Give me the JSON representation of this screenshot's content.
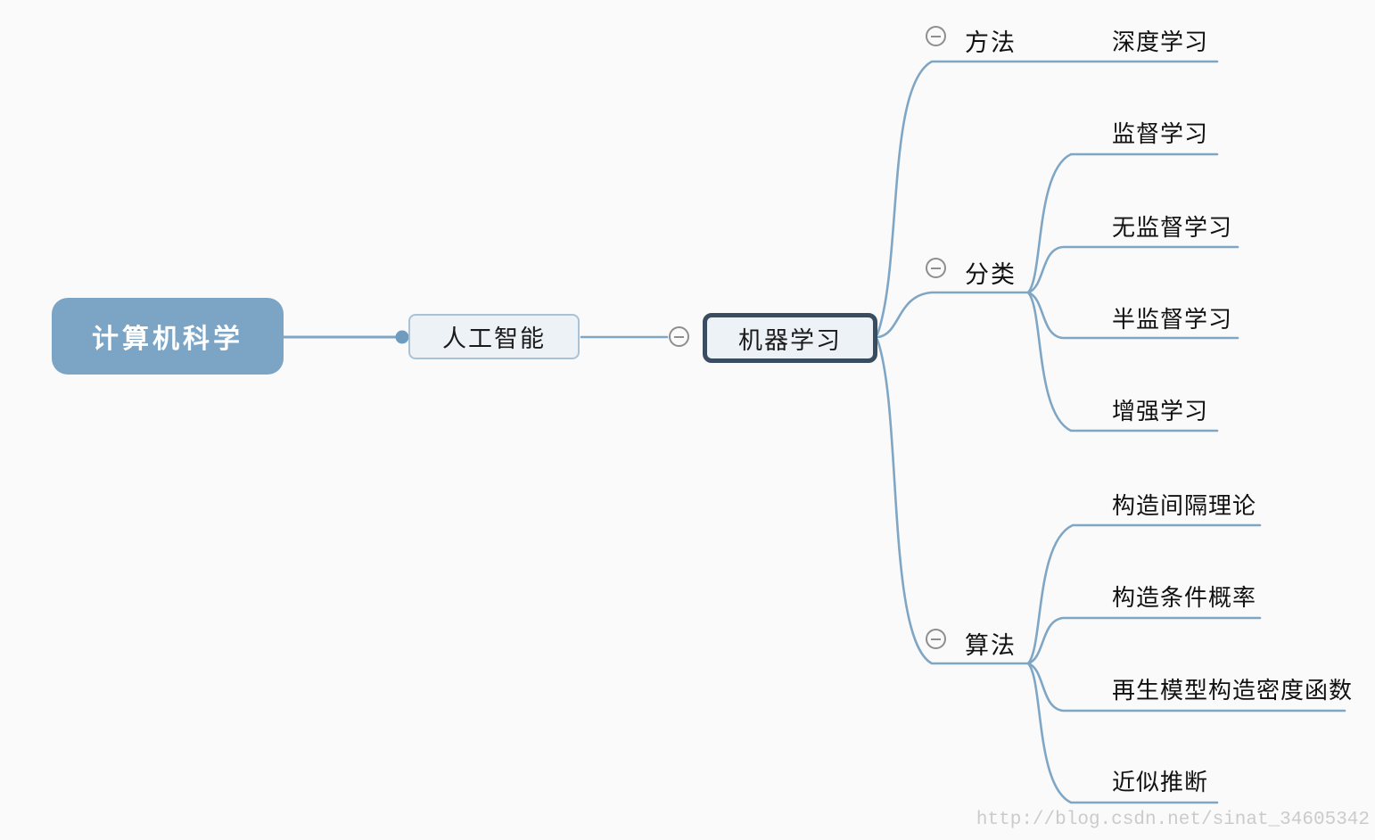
{
  "canvas": {
    "background": "#FAFAFA"
  },
  "colors": {
    "root_fill": "#7CA5C5",
    "root_text": "#FFFFFF",
    "node_fill": "#EDF2F6",
    "node_border": "#A9C2D6",
    "selected_node_border": "#3A4D60",
    "edge_line": "#7FA6C4",
    "collapse_circle": "#8E8E8E",
    "watermark_text": "#CBCBCB"
  },
  "mindmap": {
    "root": {
      "label": "计算机科学"
    },
    "level1": {
      "label": "人工智能"
    },
    "level2": {
      "label": "机器学习",
      "selected": "true"
    },
    "branches": [
      {
        "label": "方法",
        "children": [
          {
            "label": "深度学习"
          }
        ]
      },
      {
        "label": "分类",
        "children": [
          {
            "label": "监督学习"
          },
          {
            "label": "无监督学习"
          },
          {
            "label": "半监督学习"
          },
          {
            "label": "增强学习"
          }
        ]
      },
      {
        "label": "算法",
        "children": [
          {
            "label": "构造间隔理论"
          },
          {
            "label": "构造条件概率"
          },
          {
            "label": "再生模型构造密度函数"
          },
          {
            "label": "近似推断"
          }
        ]
      }
    ]
  },
  "watermark": {
    "text": "http://blog.csdn.net/sinat_34605342"
  }
}
